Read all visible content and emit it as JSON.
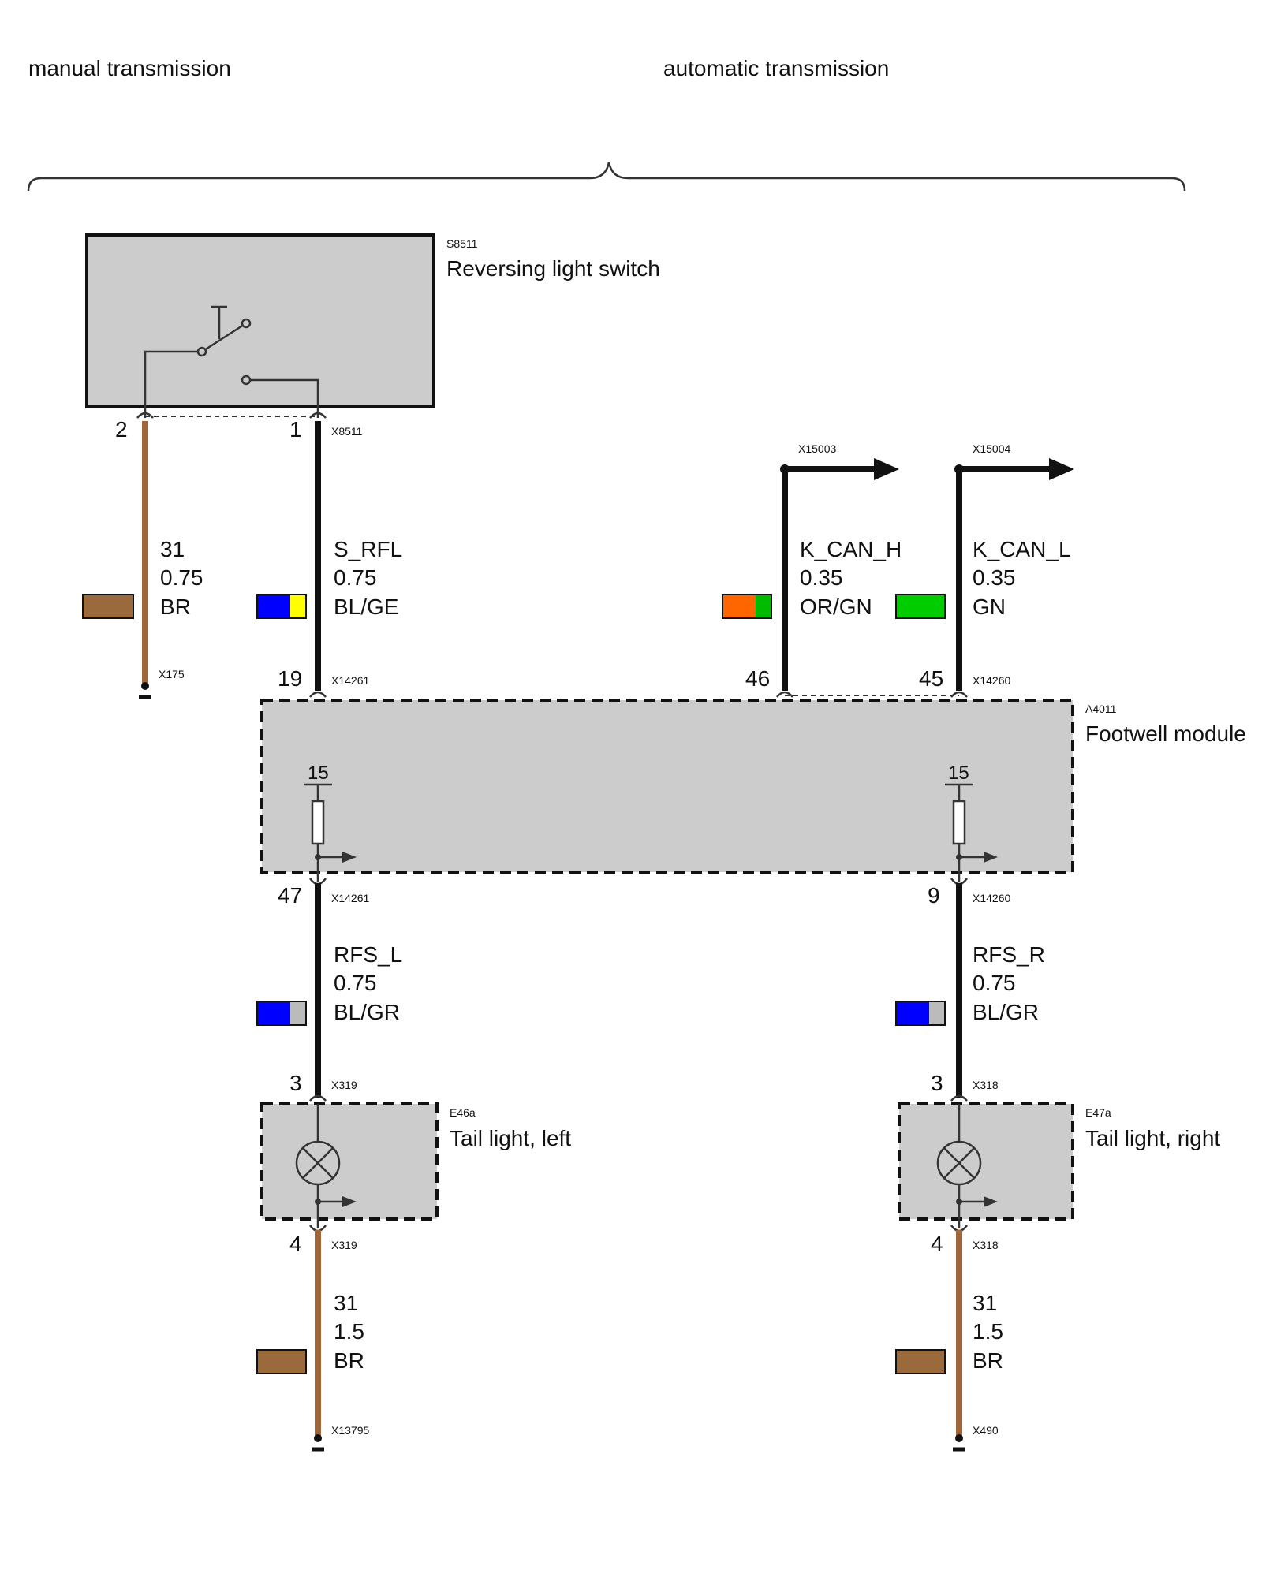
{
  "header": {
    "left_label": "manual transmission",
    "right_label": "automatic transmission"
  },
  "components": {
    "switch": {
      "code": "S8511",
      "name": "Reversing light switch"
    },
    "footwell": {
      "code": "A4011",
      "name": "Footwell module",
      "terminal_left": "15",
      "terminal_right": "15"
    },
    "tail_left": {
      "code": "E46a",
      "name": "Tail light, left"
    },
    "tail_right": {
      "code": "E47a",
      "name": "Tail light, right"
    }
  },
  "pins": {
    "switch_pin2": "2",
    "switch_pin1": "1",
    "fm_pin19": "19",
    "fm_pin46": "46",
    "fm_pin45": "45",
    "fm_pin47": "47",
    "fm_pin9": "9",
    "tl_left_pin3": "3",
    "tl_left_pin4": "4",
    "tl_right_pin3": "3",
    "tl_right_pin4": "4"
  },
  "connectors": {
    "x8511": "X8511",
    "x175": "X175",
    "x14261_top": "X14261",
    "x14260_top": "X14260",
    "x15003": "X15003",
    "x15004": "X15004",
    "x14261_bottom": "X14261",
    "x14260_bottom": "X14260",
    "x319_top": "X319",
    "x318_top": "X318",
    "x319_bottom": "X319",
    "x318_bottom": "X318",
    "x13795": "X13795",
    "x490": "X490"
  },
  "wires": {
    "ground_switch": {
      "signal": "31",
      "size": "0.75",
      "color_code": "BR",
      "colors": [
        "#9b6a3c"
      ]
    },
    "s_rfl": {
      "signal": "S_RFL",
      "size": "0.75",
      "color_code": "BL/GE",
      "colors": [
        "#0000ff",
        "#ffff00"
      ]
    },
    "k_can_h": {
      "signal": "K_CAN_H",
      "size": "0.35",
      "color_code": "OR/GN",
      "colors": [
        "#ff6600",
        "#00bb00"
      ]
    },
    "k_can_l": {
      "signal": "K_CAN_L",
      "size": "0.35",
      "color_code": "GN",
      "colors": [
        "#00cc00"
      ]
    },
    "rfs_l": {
      "signal": "RFS_L",
      "size": "0.75",
      "color_code": "BL/GR",
      "colors": [
        "#0000ff",
        "#bbbbbb"
      ]
    },
    "rfs_r": {
      "signal": "RFS_R",
      "size": "0.75",
      "color_code": "BL/GR",
      "colors": [
        "#0000ff",
        "#bbbbbb"
      ]
    },
    "ground_left": {
      "signal": "31",
      "size": "1.5",
      "color_code": "BR",
      "colors": [
        "#9b6a3c"
      ]
    },
    "ground_right": {
      "signal": "31",
      "size": "1.5",
      "color_code": "BR",
      "colors": [
        "#9b6a3c"
      ]
    }
  }
}
